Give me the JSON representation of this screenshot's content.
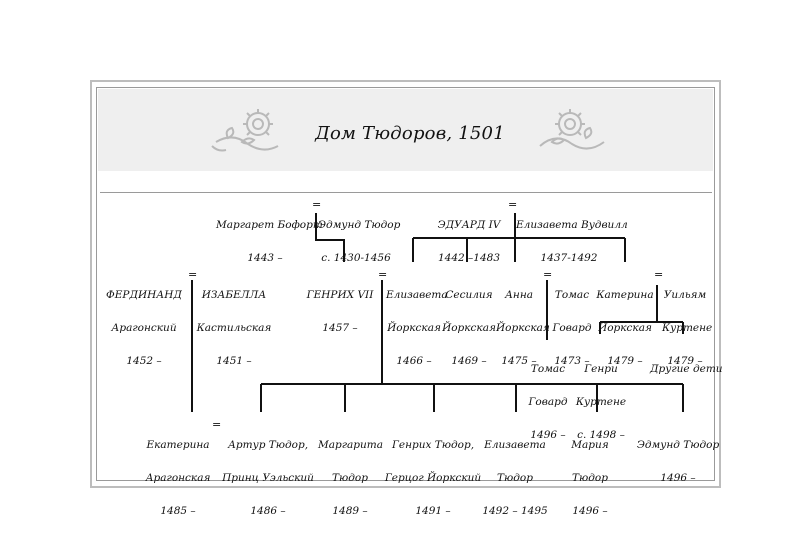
{
  "title": "Дом Тюдоров, 1501",
  "people": {
    "margaret_beaufort": {
      "name": "Маргарет Бофорт",
      "dates": "1443 –"
    },
    "edmund_tudor_sr": {
      "name": "Эдмунд Тюдор",
      "dates": "c. 1430-1456"
    },
    "edward_iv": {
      "name": "ЭДУАРД IV",
      "dates": "1442 –1483"
    },
    "elizabeth_woodville": {
      "name": "Елизавета Вудвилл",
      "dates": "1437-1492"
    },
    "ferdinand": {
      "name": "ФЕРДИНАНД",
      "name2": "Арагонский",
      "dates": "1452 –"
    },
    "isabella": {
      "name": "ИЗАБЕЛЛА",
      "name2": "Кастильская",
      "dates": "1451 –"
    },
    "henry_vii": {
      "name": "ГЕНРИХ VII",
      "dates": "1457 –"
    },
    "elizabeth_york": {
      "name": "Елизавета",
      "name2": "Йоркская",
      "dates": "1466 –"
    },
    "cecily_york": {
      "name": "Сесилия",
      "name2": "Йоркская",
      "dates": "1469 –"
    },
    "anne_york": {
      "name": "Анна",
      "name2": "Йоркская",
      "dates": "1475 –"
    },
    "thomas_howard_sr": {
      "name": "Томас",
      "name2": "Говард",
      "dates": "1473 –"
    },
    "catherine_york": {
      "name": "Катерина",
      "name2": "Йоркская",
      "dates": "1479 –"
    },
    "william_courtenay": {
      "name": "Уильям",
      "name2": "Куртене",
      "dates": "1479 –"
    },
    "thomas_howard_jr": {
      "name": "Томас",
      "name2": "Говард",
      "dates": "1496 –"
    },
    "henry_courtenay": {
      "name": "Генри",
      "name2": "Куртене",
      "dates": "c. 1498 –"
    },
    "other_children": {
      "name": "Другие дети"
    },
    "catherine_aragon": {
      "name": "Екатерина",
      "name2": "Арагонская",
      "dates": "1485 –"
    },
    "arthur": {
      "name": "Артур Тюдор,",
      "name2": "Принц Уэльский",
      "dates": "1486 –"
    },
    "margaret": {
      "name": "Маргарита",
      "name2": "Тюдор",
      "dates": "1489 –"
    },
    "henry_york": {
      "name": "Генрих Тюдор,",
      "name2": "Герцог Йоркский",
      "dates": "1491 –"
    },
    "elizabeth_tudor": {
      "name": "Елизавета",
      "name2": "Тюдор",
      "dates": "1492 – 1495"
    },
    "mary": {
      "name": "Мария",
      "name2": "Тюдор",
      "dates": "1496 –"
    },
    "edmund_tudor_jr": {
      "name": "Эдмунд Тюдор",
      "dates": "1496 –"
    }
  },
  "marriage_symbol": "=",
  "colors": {
    "frame": "#bdbdbd",
    "band": "#efefef",
    "ornament": "#b9b9b9",
    "lines": "#111111"
  }
}
